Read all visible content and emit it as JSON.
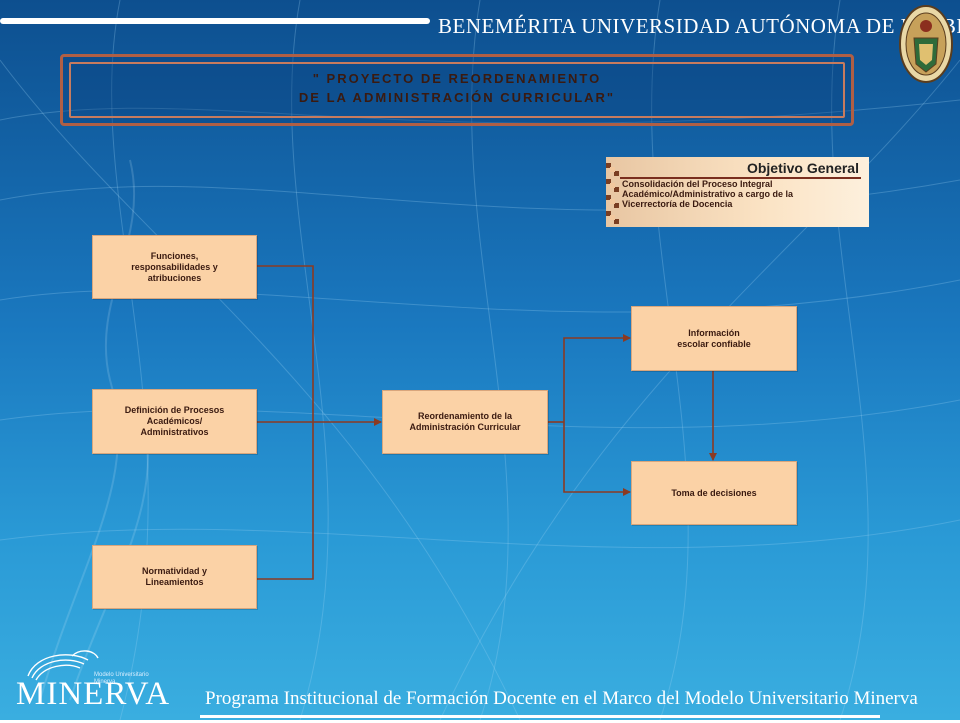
{
  "header": {
    "university": "BENEMÉRITA UNIVERSIDAD AUTÓNOMA DE PUEBLA"
  },
  "title": {
    "line1": "\" PROYECTO DE REORDENAMIENTO",
    "line2": "DE LA ADMINISTRACIÓN CURRICULAR\""
  },
  "objective": {
    "heading": "Objetivo General",
    "lines": [
      "Consolidación del Proceso Integral",
      " Académico/Administrativo a cargo de la",
      "Vicerrectoría de Docencia"
    ]
  },
  "nodes": {
    "funciones": [
      "Funciones,",
      "responsabilidades y",
      "atribuciones"
    ],
    "definicion": [
      "Definición de Procesos",
      "Académicos/",
      "Administrativos"
    ],
    "normatividad": [
      "Normatividad y",
      "Lineamientos"
    ],
    "reordenamiento": [
      "Reordenamiento de la",
      "Administración Curricular"
    ],
    "informacion": [
      "Información",
      "escolar confiable"
    ],
    "toma": [
      "Toma de decisiones"
    ]
  },
  "footer": {
    "program": "Programa Institucional de Formación Docente en el Marco del Modelo Universitario Minerva",
    "logo_word": "MINERVA",
    "logo_sub_1": "Modelo Universitario",
    "logo_sub_2": "Minerva"
  },
  "colors": {
    "node_fill": "#fbd2a6",
    "edge": "#8b3a22",
    "frame": "#b05f45",
    "background_top": "#0d4f8f",
    "background_bottom": "#3aaee0"
  }
}
